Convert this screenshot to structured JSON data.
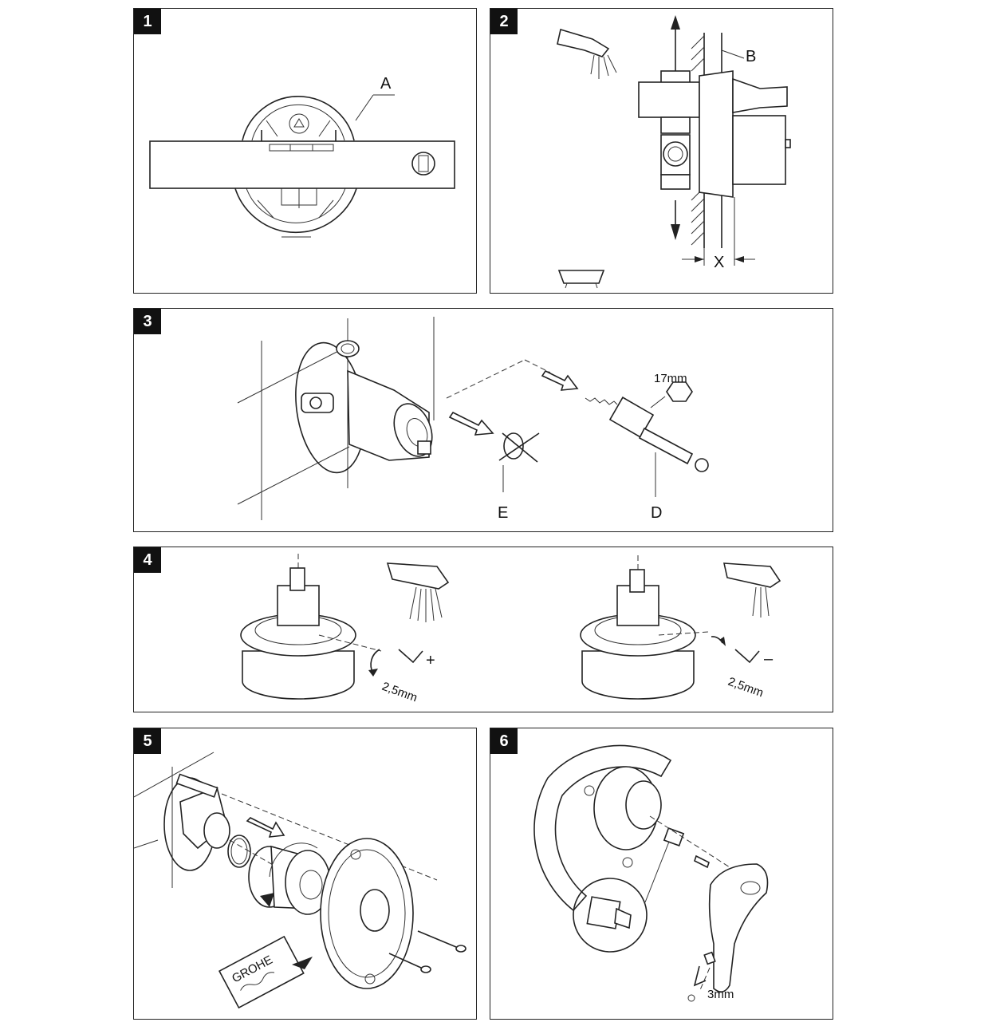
{
  "panels": [
    {
      "number": "1",
      "labels": {
        "a": "A"
      }
    },
    {
      "number": "2",
      "labels": {
        "b": "B",
        "x": "X"
      }
    },
    {
      "number": "3",
      "labels": {
        "e": "E",
        "d": "D",
        "wrench": "17mm"
      }
    },
    {
      "number": "4",
      "labels": {
        "hex_left": "2,5mm",
        "plus": "+",
        "hex_right": "2,5mm",
        "minus": "–"
      }
    },
    {
      "number": "5",
      "labels": {
        "brand": "GROHE"
      }
    },
    {
      "number": "6",
      "labels": {
        "hex": "3mm"
      }
    }
  ]
}
